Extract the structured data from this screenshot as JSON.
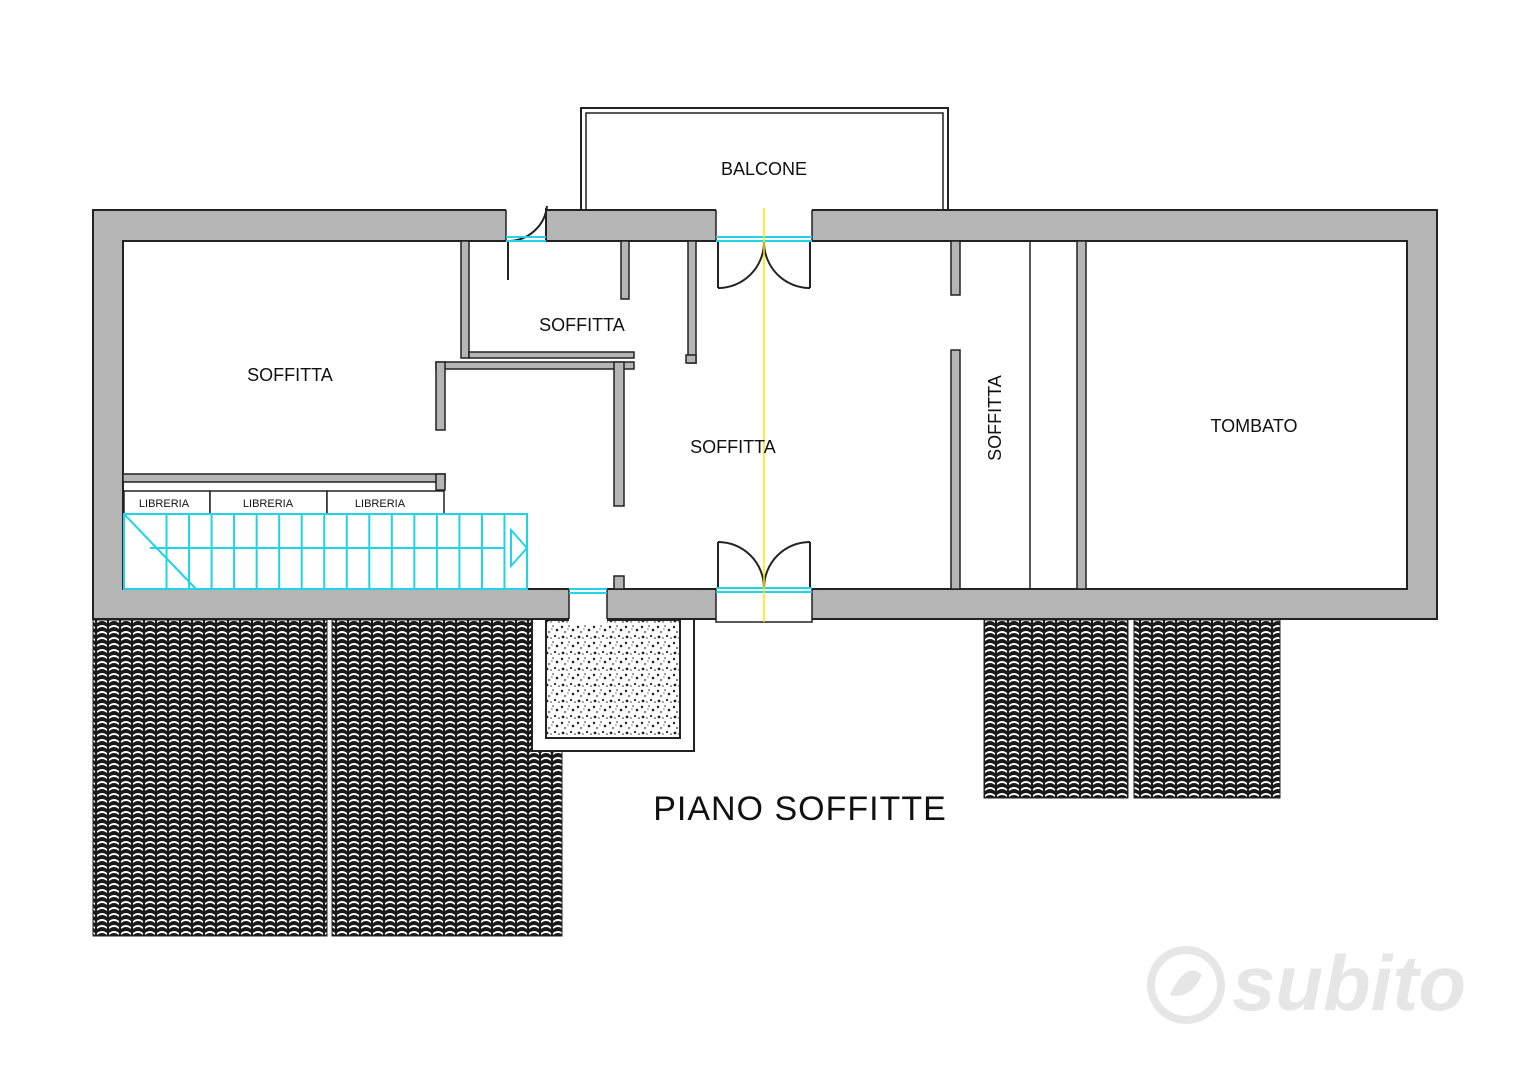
{
  "plan": {
    "title": "PIANO SOFFITTE",
    "rooms": {
      "balcone": "BALCONE",
      "soffitta_left": "SOFFITTA",
      "soffitta_small": "SOFFITTA",
      "soffitta_center": "SOFFITTA",
      "soffitta_vertical": "SOFFITTA",
      "tombato": "TOMBATO"
    },
    "libreria": [
      "LIBRERIA",
      "LIBRERIA",
      "LIBRERIA"
    ]
  },
  "watermark": {
    "brand": "subito"
  },
  "colors": {
    "wall_fill": "#b5b5b5",
    "wall_stroke": "#222222",
    "stair_color": "#22d3e6",
    "axis_color": "#ffe600",
    "tile_dark": "#1a1a1a",
    "watermark": "#e6e6e6"
  }
}
